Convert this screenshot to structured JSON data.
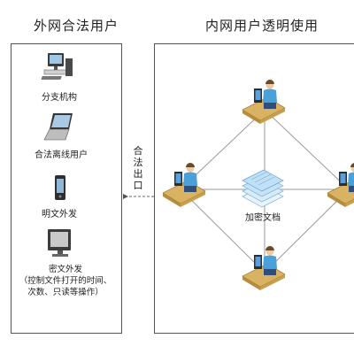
{
  "titles": {
    "left": "外网合法用户",
    "right": "内网用户透明使用"
  },
  "left_panel": {
    "items": [
      {
        "label": "分支机构",
        "icon": "desktop-computer-icon"
      },
      {
        "label": "合法离线用户",
        "icon": "laptop-icon"
      },
      {
        "label": "明文外发",
        "icon": "mobile-phone-icon"
      },
      {
        "label_lines": [
          "密文外发",
          "（控制文件打开的时间、",
          "次数、只读等操作）"
        ],
        "icon": "monitor-icon"
      }
    ]
  },
  "exit": {
    "label": "合法出口",
    "arrow": "arrow-left-icon"
  },
  "right_panel": {
    "center_label": "加密文档",
    "center_icon": "documents-stack-icon",
    "user_icon": "user-workstation-icon"
  },
  "colors": {
    "line": "#9a9a9a",
    "desk": "#d8b060",
    "doc": "#bfe0f5",
    "person_shirt": "#4aa0d8",
    "screen": "#5aa0dc"
  }
}
